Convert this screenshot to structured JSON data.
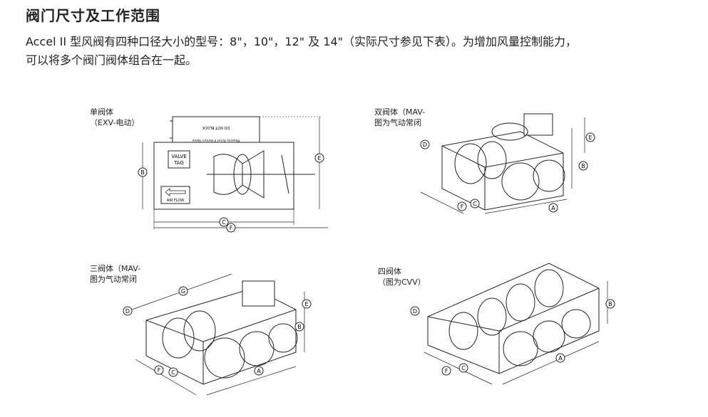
{
  "heading": "阀门尺寸及工作范围",
  "intro_line1": "Accel II 型风阀有四种口径大小的型号：8\"，10\"，12\" 及 14\"（实际尺寸参见下表）。为增加风量控制能力，",
  "intro_line2": "可以将多个阀门阀体组合在一起。",
  "figures": {
    "single": {
      "caption_line1": "单阀体",
      "caption_line2": "（EXV-电动）",
      "valve_tag_line1": "VALVE",
      "valve_tag_line2": "TAG",
      "airflow_label": "AIR FLOW",
      "actuator_text1": "DO NOT BLOCK",
      "actuator_text2": "Phoenix Accel II Venturi Valve",
      "dims": [
        "B",
        "C",
        "E",
        "F"
      ]
    },
    "double": {
      "caption_line1": "双阀体（MAV-",
      "caption_line2": "图为气动常闭",
      "dims": [
        "D",
        "E",
        "B",
        "F",
        "C",
        "A"
      ]
    },
    "triple": {
      "caption_line1": "三阀体（MAV-",
      "caption_line2": "图为气动常闭",
      "dims": [
        "G",
        "D",
        "E",
        "B",
        "F",
        "C",
        "A"
      ]
    },
    "quad": {
      "caption_line1": "四阀体",
      "caption_line2": "（图为CVV）",
      "dims": [
        "D",
        "B",
        "A",
        "F",
        "C"
      ]
    }
  }
}
